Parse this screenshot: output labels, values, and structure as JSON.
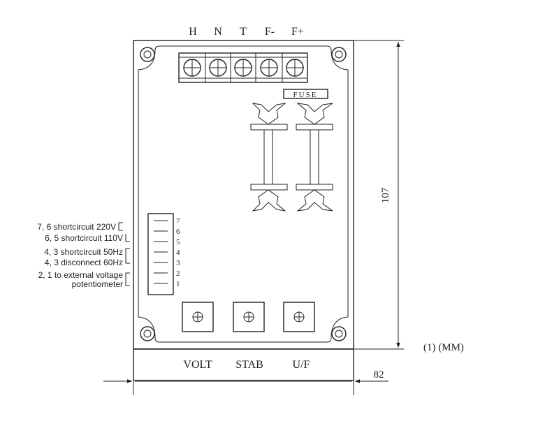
{
  "terminals": [
    "H",
    "N",
    "T",
    "F-",
    "F+"
  ],
  "fuse_label": "FUSE",
  "pin_numbers": [
    "7",
    "6",
    "5",
    "4",
    "3",
    "2",
    "1"
  ],
  "annotations": [
    "7, 6 shortcircuit 220V",
    "6, 5 shortcircuit 110V",
    "4, 3 shortcircuit 50Hz",
    "4, 3 disconnect 60Hz",
    "2, 1 to external voltage",
    "potentiometer"
  ],
  "pots": [
    "VOLT",
    "STAB",
    "U/F"
  ],
  "dimensions": {
    "height": "107",
    "width": "82",
    "unit_note": "(1) (MM)"
  }
}
